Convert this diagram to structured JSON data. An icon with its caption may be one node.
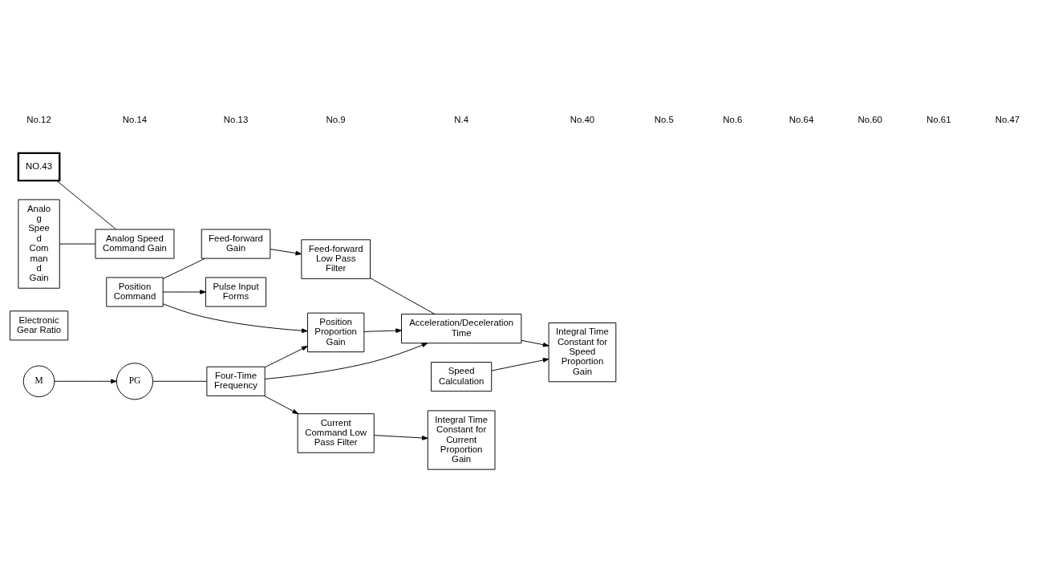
{
  "diagram": {
    "nodes": [
      {
        "text": [
          "Position Command"
        ]
      },
      {
        "text": [
          "Feed-forward Gain"
        ]
      },
      {
        "text": [
          "Feed-forward Low Pass Filter"
        ]
      },
      {
        "text": [
          "Pulse Input Forms"
        ]
      },
      {
        "text": [
          "Electronic Gear Ratio"
        ]
      },
      {
        "text": [
          "Position Proportion Gain"
        ]
      },
      {
        "text": [
          "Acceleration/Deceleration Time"
        ]
      },
      {
        "text": [
          "Integral Time Constant for Speed Proportion Gain"
        ]
      },
      {
        "text": [
          "Speed Calculation"
        ]
      },
      {
        "text": [
          "Current Command Low Pass Filter"
        ]
      },
      {
        "text": [
          "Integral Time Constant for Current Proportion Gain"
        ]
      },
      {
        "text": [
          "M"
        ]
      },
      {
        "text": [
          "PG"
        ]
      },
      {
        "text": [
          "Four-Time Frequency"
        ]
      },
      {
        "text": [
          "NO.43"
        ]
      },
      {
        "text": [
          "Analo g Spee d Com man d Gain"
        ]
      },
      {
        "text": [
          "Analog Speed Command Gain"
        ]
      }
    ],
    "edges": [
      {
        "from": 0,
        "to": 1,
        "arrow": "none"
      },
      {
        "from": 1,
        "to": 2,
        "arrow": "to"
      },
      {
        "from": 2,
        "to": 6,
        "arrow": "none"
      },
      {
        "from": 0,
        "to": 3,
        "arrow": "to"
      },
      {
        "from": 0,
        "to": 5,
        "arrow": "to"
      },
      {
        "from": 5,
        "to": 6,
        "arrow": "to"
      },
      {
        "from": 6,
        "to": 7,
        "arrow": "to"
      },
      {
        "from": 8,
        "to": 7,
        "arrow": "to"
      },
      {
        "from": 9,
        "to": 10,
        "arrow": "to"
      },
      {
        "from": 11,
        "to": 12,
        "arrow": "to"
      },
      {
        "from": 12,
        "to": 13,
        "arrow": "none"
      },
      {
        "from": 13,
        "to": 5,
        "arrow": "to"
      },
      {
        "from": 13,
        "to": 6,
        "arrow": "to"
      },
      {
        "from": 13,
        "to": 9,
        "arrow": "to"
      },
      {
        "from": 14,
        "to": 16,
        "arrow": "none"
      },
      {
        "from": 15,
        "to": 16,
        "arrow": "none"
      }
    ],
    "labels": [
      "No.12",
      "No.14",
      "No.13",
      "No.9",
      "N.4",
      "No.40",
      "No.5",
      "No.6",
      "No.64",
      "No.60",
      "No.61",
      "No.47"
    ]
  }
}
